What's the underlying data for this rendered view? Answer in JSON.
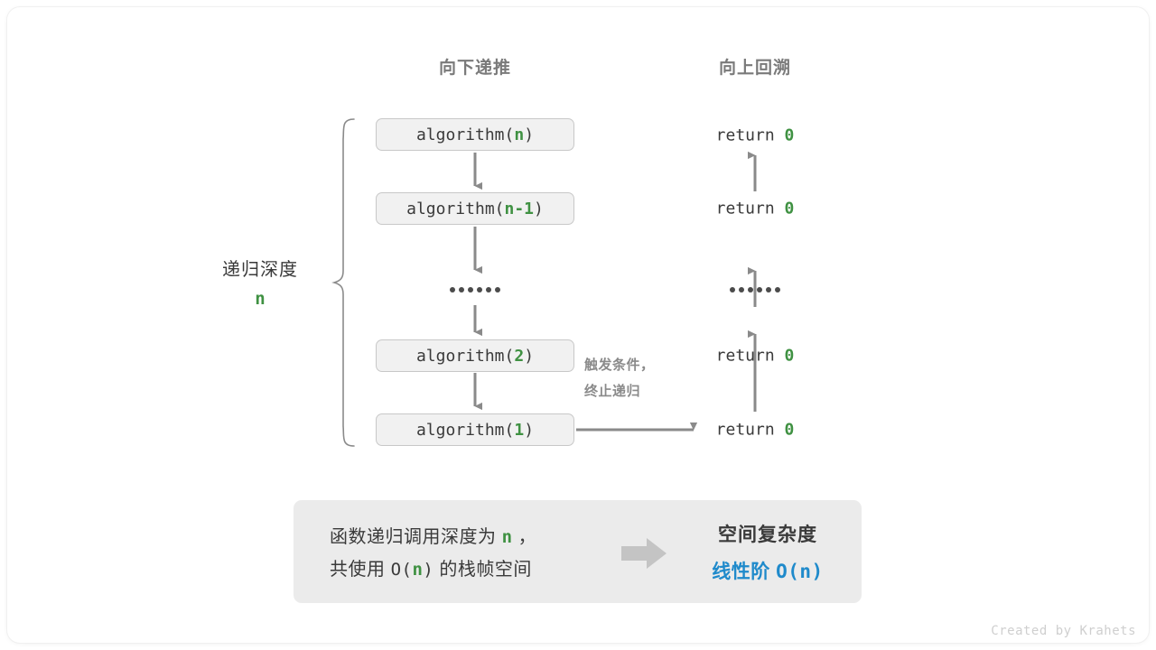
{
  "headers": {
    "left": "向下递推",
    "right": "向上回溯"
  },
  "depth_label": {
    "text": "递归深度",
    "value": "n"
  },
  "call_stack": [
    {
      "prefix": "algorithm(",
      "arg": "n",
      "suffix": ")"
    },
    {
      "prefix": "algorithm(",
      "arg": "n-1",
      "suffix": ")"
    },
    {
      "prefix": "algorithm(",
      "arg": "2",
      "suffix": ")"
    },
    {
      "prefix": "algorithm(",
      "arg": "1",
      "suffix": ")"
    }
  ],
  "returns": [
    {
      "keyword": "return",
      "value": "0"
    },
    {
      "keyword": "return",
      "value": "0"
    },
    {
      "keyword": "return",
      "value": "0"
    },
    {
      "keyword": "return",
      "value": "0"
    }
  ],
  "trigger_note": {
    "line1": "触发条件，",
    "line2": "终止递归"
  },
  "summary": {
    "left_line1_a": "函数递归调用深度为",
    "left_line1_hl": "n",
    "left_line1_b": "，",
    "left_line2_a": "共使用",
    "left_line2_mono_open": "O(",
    "left_line2_hl": "n",
    "left_line2_mono_close": ")",
    "left_line2_b": "的栈帧空间",
    "arrow_icon": "right-arrow-icon",
    "right_title": "空间复杂度",
    "right_value_label": "线性阶",
    "right_value_mono": "O(n)"
  },
  "credit": "Created by Krahets",
  "colors": {
    "accent_green": "#3f9142",
    "accent_blue": "#1f8acb",
    "box_fill": "#f1f1f1",
    "box_border": "#c8c8c8",
    "summary_fill": "#ebebeb",
    "arrow_gray": "#8a8a8a",
    "text_dark": "#3a3a3a",
    "text_muted": "#7a7a7a"
  }
}
